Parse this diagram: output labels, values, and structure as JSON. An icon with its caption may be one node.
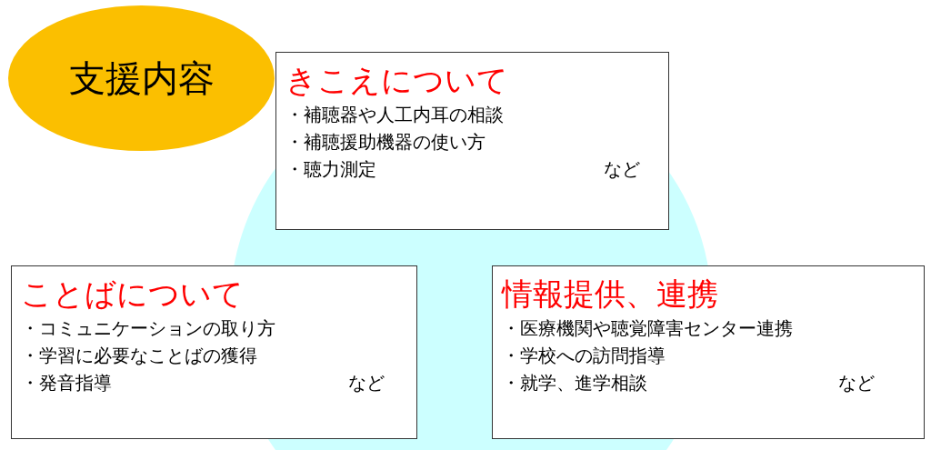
{
  "diagram": {
    "nodes": [
      {
        "text": [
          "支援内容"
        ]
      },
      {
        "text": [
          "きこえについて",
          "・補聴器や人工内耳の相談",
          "・補聴援助機器の使い方",
          "・聴力測定",
          "など"
        ]
      },
      {
        "text": [
          "ことばについて",
          "・コミュニケーションの取り方",
          "・学習に必要なことばの獲得",
          "・発音指導",
          "など"
        ]
      },
      {
        "text": [
          "情報提供、連携",
          "・医療機関や聴覚障害センター連携",
          "・学校への訪問指導",
          "・就学、進学相談",
          "など"
        ]
      }
    ]
  }
}
